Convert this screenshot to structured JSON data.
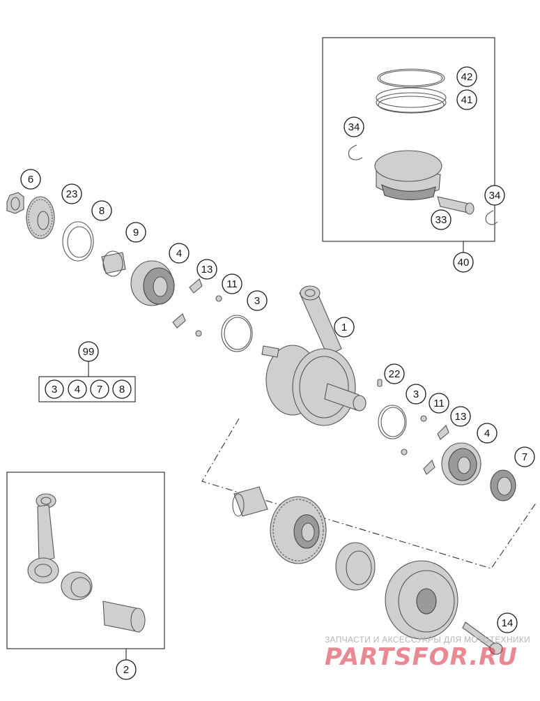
{
  "callouts": [
    {
      "id": "c42",
      "label": "42"
    },
    {
      "id": "c41",
      "label": "41"
    },
    {
      "id": "c34a",
      "label": "34"
    },
    {
      "id": "c34b",
      "label": "34"
    },
    {
      "id": "c33",
      "label": "33"
    },
    {
      "id": "c40",
      "label": "40"
    },
    {
      "id": "c6",
      "label": "6"
    },
    {
      "id": "c23",
      "label": "23"
    },
    {
      "id": "c8",
      "label": "8"
    },
    {
      "id": "c9",
      "label": "9"
    },
    {
      "id": "c4a",
      "label": "4"
    },
    {
      "id": "c13a",
      "label": "13"
    },
    {
      "id": "c11a",
      "label": "11"
    },
    {
      "id": "c3a",
      "label": "3"
    },
    {
      "id": "c1",
      "label": "1"
    },
    {
      "id": "c99",
      "label": "99"
    },
    {
      "id": "k3",
      "label": "3"
    },
    {
      "id": "k4",
      "label": "4"
    },
    {
      "id": "k7",
      "label": "7"
    },
    {
      "id": "k8",
      "label": "8"
    },
    {
      "id": "c22",
      "label": "22"
    },
    {
      "id": "c3b",
      "label": "3"
    },
    {
      "id": "c11b",
      "label": "11"
    },
    {
      "id": "c13b",
      "label": "13"
    },
    {
      "id": "c4b",
      "label": "4"
    },
    {
      "id": "c7",
      "label": "7"
    },
    {
      "id": "c14",
      "label": "14"
    },
    {
      "id": "c2",
      "label": "2"
    }
  ],
  "watermark": {
    "tagline": "ЗАПЧАСТИ И АКСЕССУАРЫ ДЛЯ МОТОТЕХНИКИ",
    "logo": "PARTSFOR.RU"
  }
}
